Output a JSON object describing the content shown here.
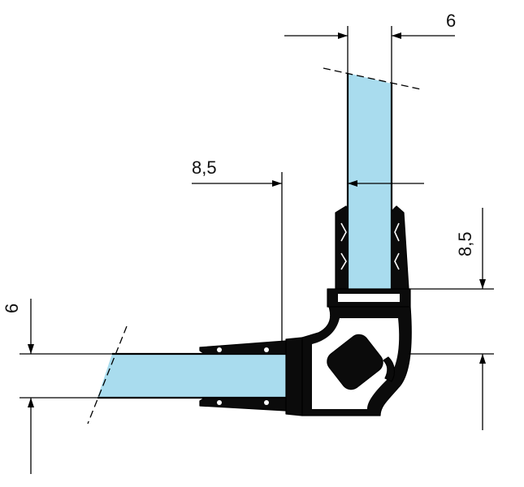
{
  "dimensions": {
    "vertical_glass_thickness": "6",
    "vertical_offset": "8,5",
    "right_offset": "8,5",
    "horizontal_glass_thickness": "6"
  },
  "colors": {
    "glass": "#a9dcee",
    "profile": "#0b0b0b",
    "lines": "#000000",
    "background": "#ffffff"
  }
}
